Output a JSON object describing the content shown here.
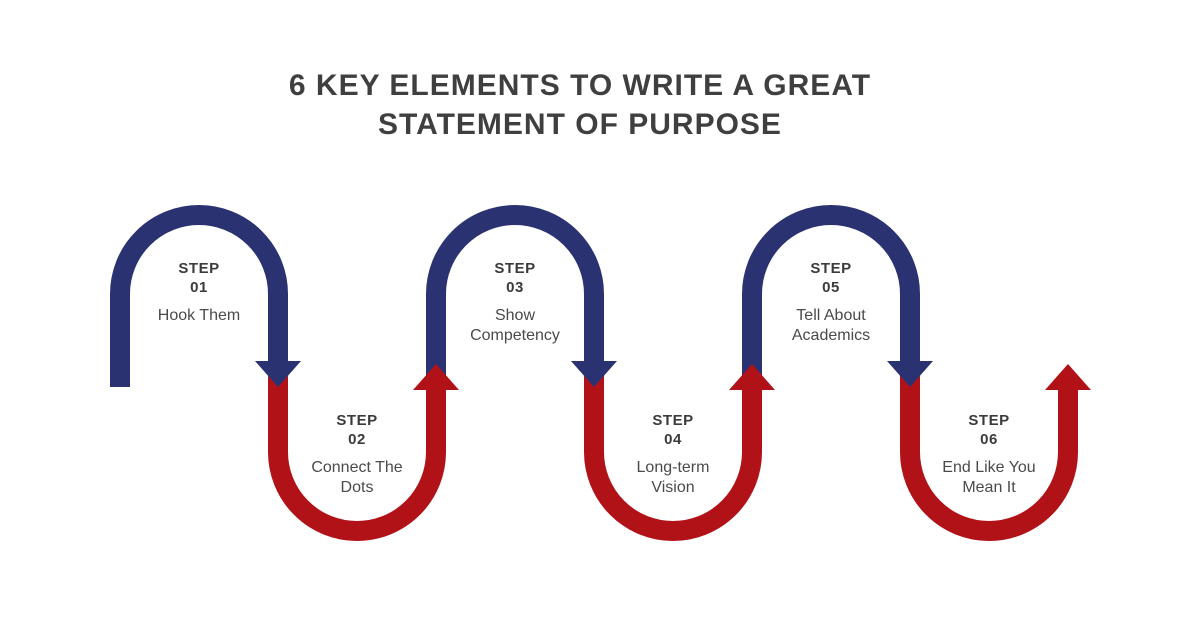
{
  "title": {
    "line1": "6 KEY ELEMENTS TO WRITE A GREAT",
    "line2": "STATEMENT OF PURPOSE"
  },
  "colors": {
    "blue": "#2B3271",
    "red": "#B01218",
    "title_text": "#3F3F3F",
    "step_heading": "#3B3B3B",
    "step_description": "#4A4A4A",
    "background": "#FFFFFF"
  },
  "steps": [
    {
      "label": "STEP",
      "number": "01",
      "line1": "Hook Them",
      "line2": "",
      "arc_color": "blue",
      "row": "top"
    },
    {
      "label": "STEP",
      "number": "02",
      "line1": "Connect The",
      "line2": "Dots",
      "arc_color": "red",
      "row": "bottom"
    },
    {
      "label": "STEP",
      "number": "03",
      "line1": "Show",
      "line2": "Competency",
      "arc_color": "blue",
      "row": "top"
    },
    {
      "label": "STEP",
      "number": "04",
      "line1": "Long-term",
      "line2": "Vision",
      "arc_color": "red",
      "row": "bottom"
    },
    {
      "label": "STEP",
      "number": "05",
      "line1": "Tell About",
      "line2": "Academics",
      "arc_color": "blue",
      "row": "top"
    },
    {
      "label": "STEP",
      "number": "06",
      "line1": "End Like You",
      "line2": "Mean It",
      "arc_color": "red",
      "row": "bottom"
    }
  ]
}
